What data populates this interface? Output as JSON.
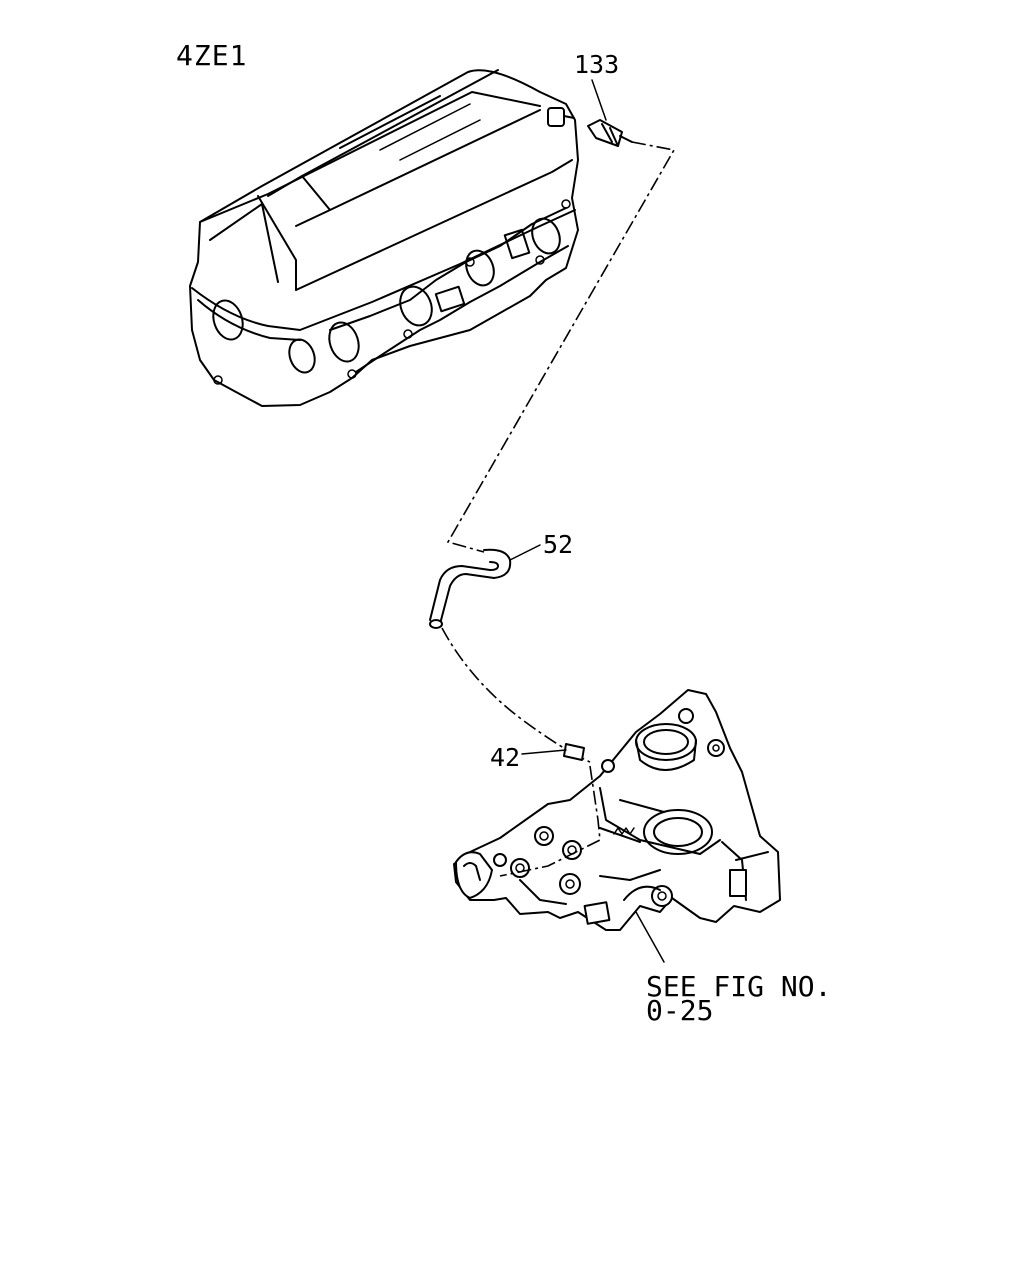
{
  "title": "4ZE1",
  "callouts": {
    "part_133": "133",
    "part_52": "52",
    "part_42": "42"
  },
  "reference": {
    "line1": "SEE FIG NO.",
    "line2": "0-25"
  }
}
